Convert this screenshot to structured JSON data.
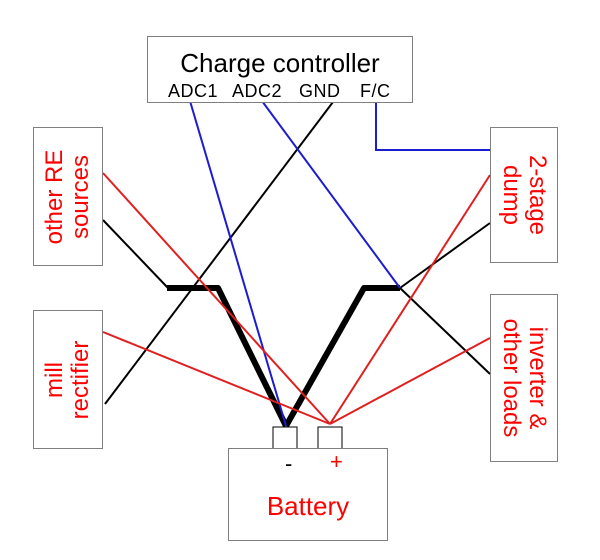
{
  "controller": {
    "title": "Charge controller",
    "pins": [
      "ADC1",
      "ADC2",
      "GND",
      "F/C"
    ]
  },
  "left_top_label": [
    "other RE",
    "sources"
  ],
  "left_bottom_label": [
    "mill",
    "rectifier"
  ],
  "right_top_label": [
    "2-stage",
    "dump"
  ],
  "right_bottom_label": [
    "inverter &",
    "other loads"
  ],
  "battery": {
    "label": "Battery",
    "neg_label": "-",
    "pos_label": "+"
  },
  "colors": {
    "positive_wire": "#e02020",
    "negative_wire": "#000000",
    "signal_wire": "#1c1cd0",
    "label_text": "#ff0000",
    "box_border": "#7f7f7f"
  }
}
